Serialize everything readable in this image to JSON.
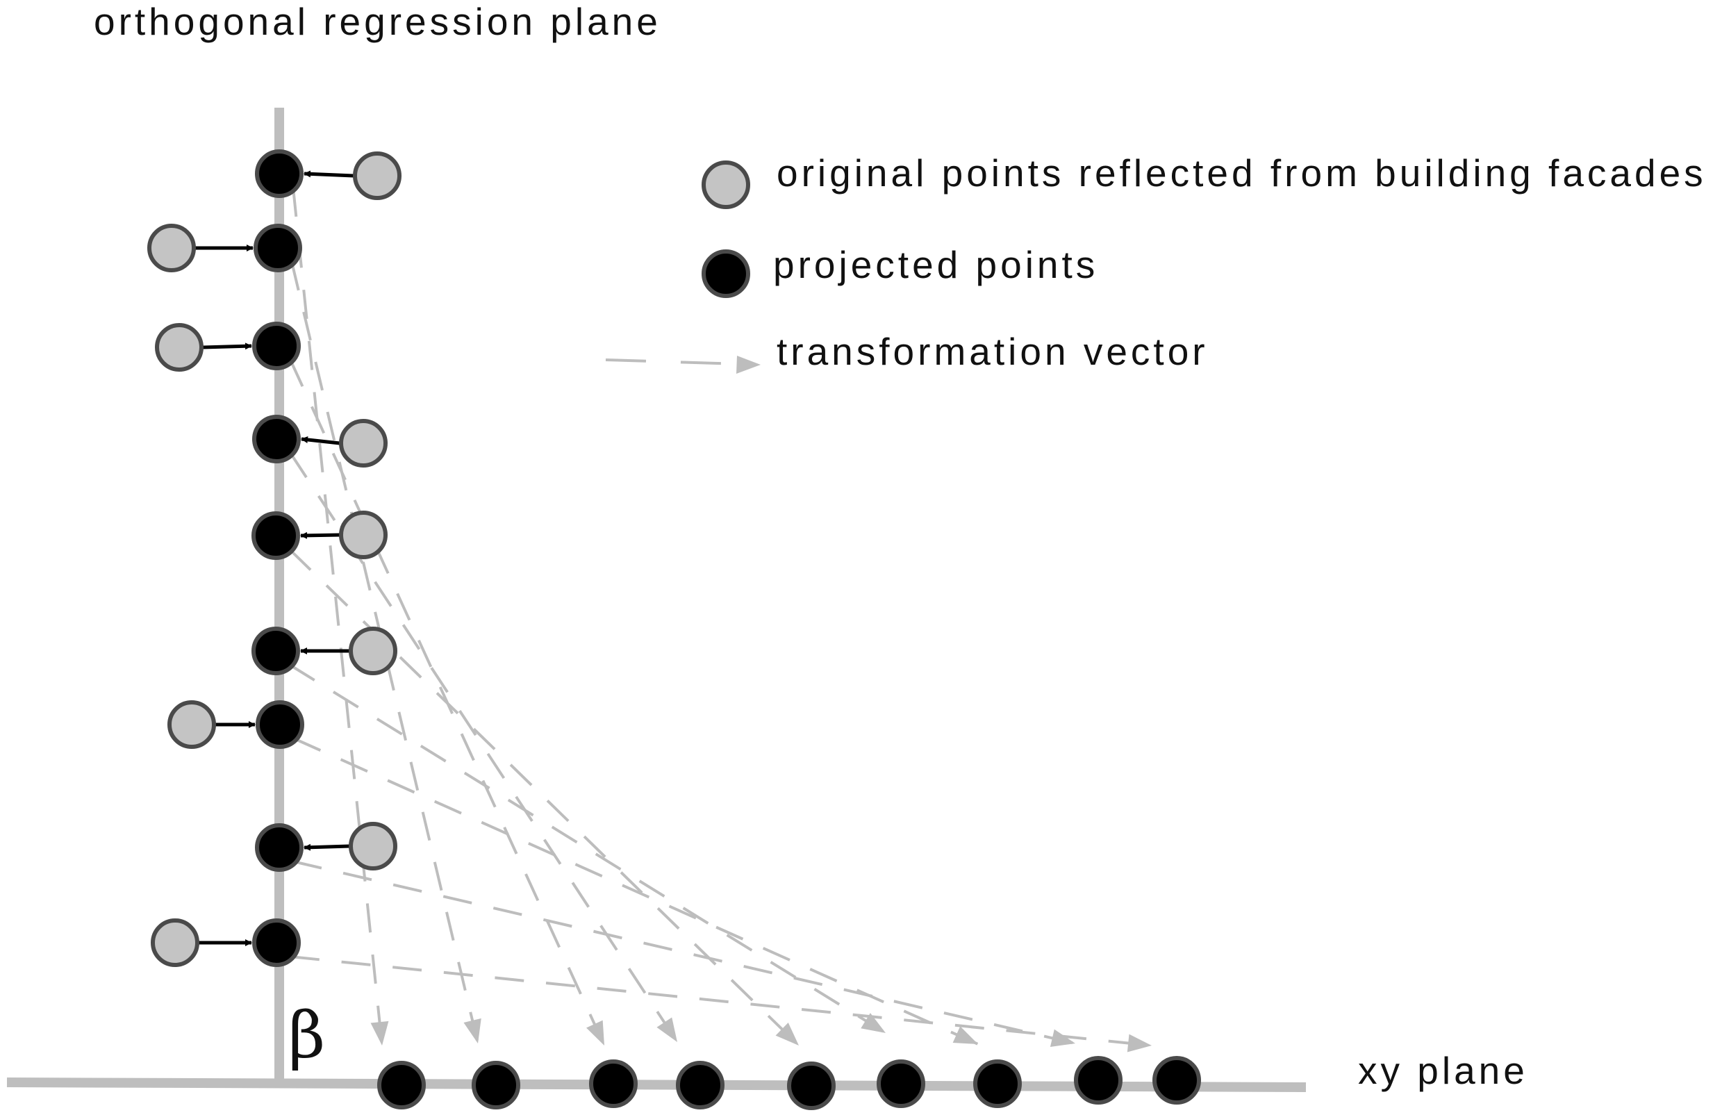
{
  "labels": {
    "plane_title": "orthogonal regression plane",
    "xy_plane": "xy plane",
    "angle": "β"
  },
  "legend": [
    {
      "kind": "original",
      "label": "original points reflected from building facades"
    },
    {
      "kind": "projected",
      "label": "projected points"
    },
    {
      "kind": "vector",
      "label": "transformation vector"
    }
  ],
  "colors": {
    "axis": "#bebebe",
    "original_fill": "#c4c4c4",
    "original_stroke": "#4a4a4a",
    "projected_fill": "#000000",
    "projected_stroke": "#4a4a4a",
    "arrow": "#000000",
    "vector": "#bdbdbd"
  }
}
